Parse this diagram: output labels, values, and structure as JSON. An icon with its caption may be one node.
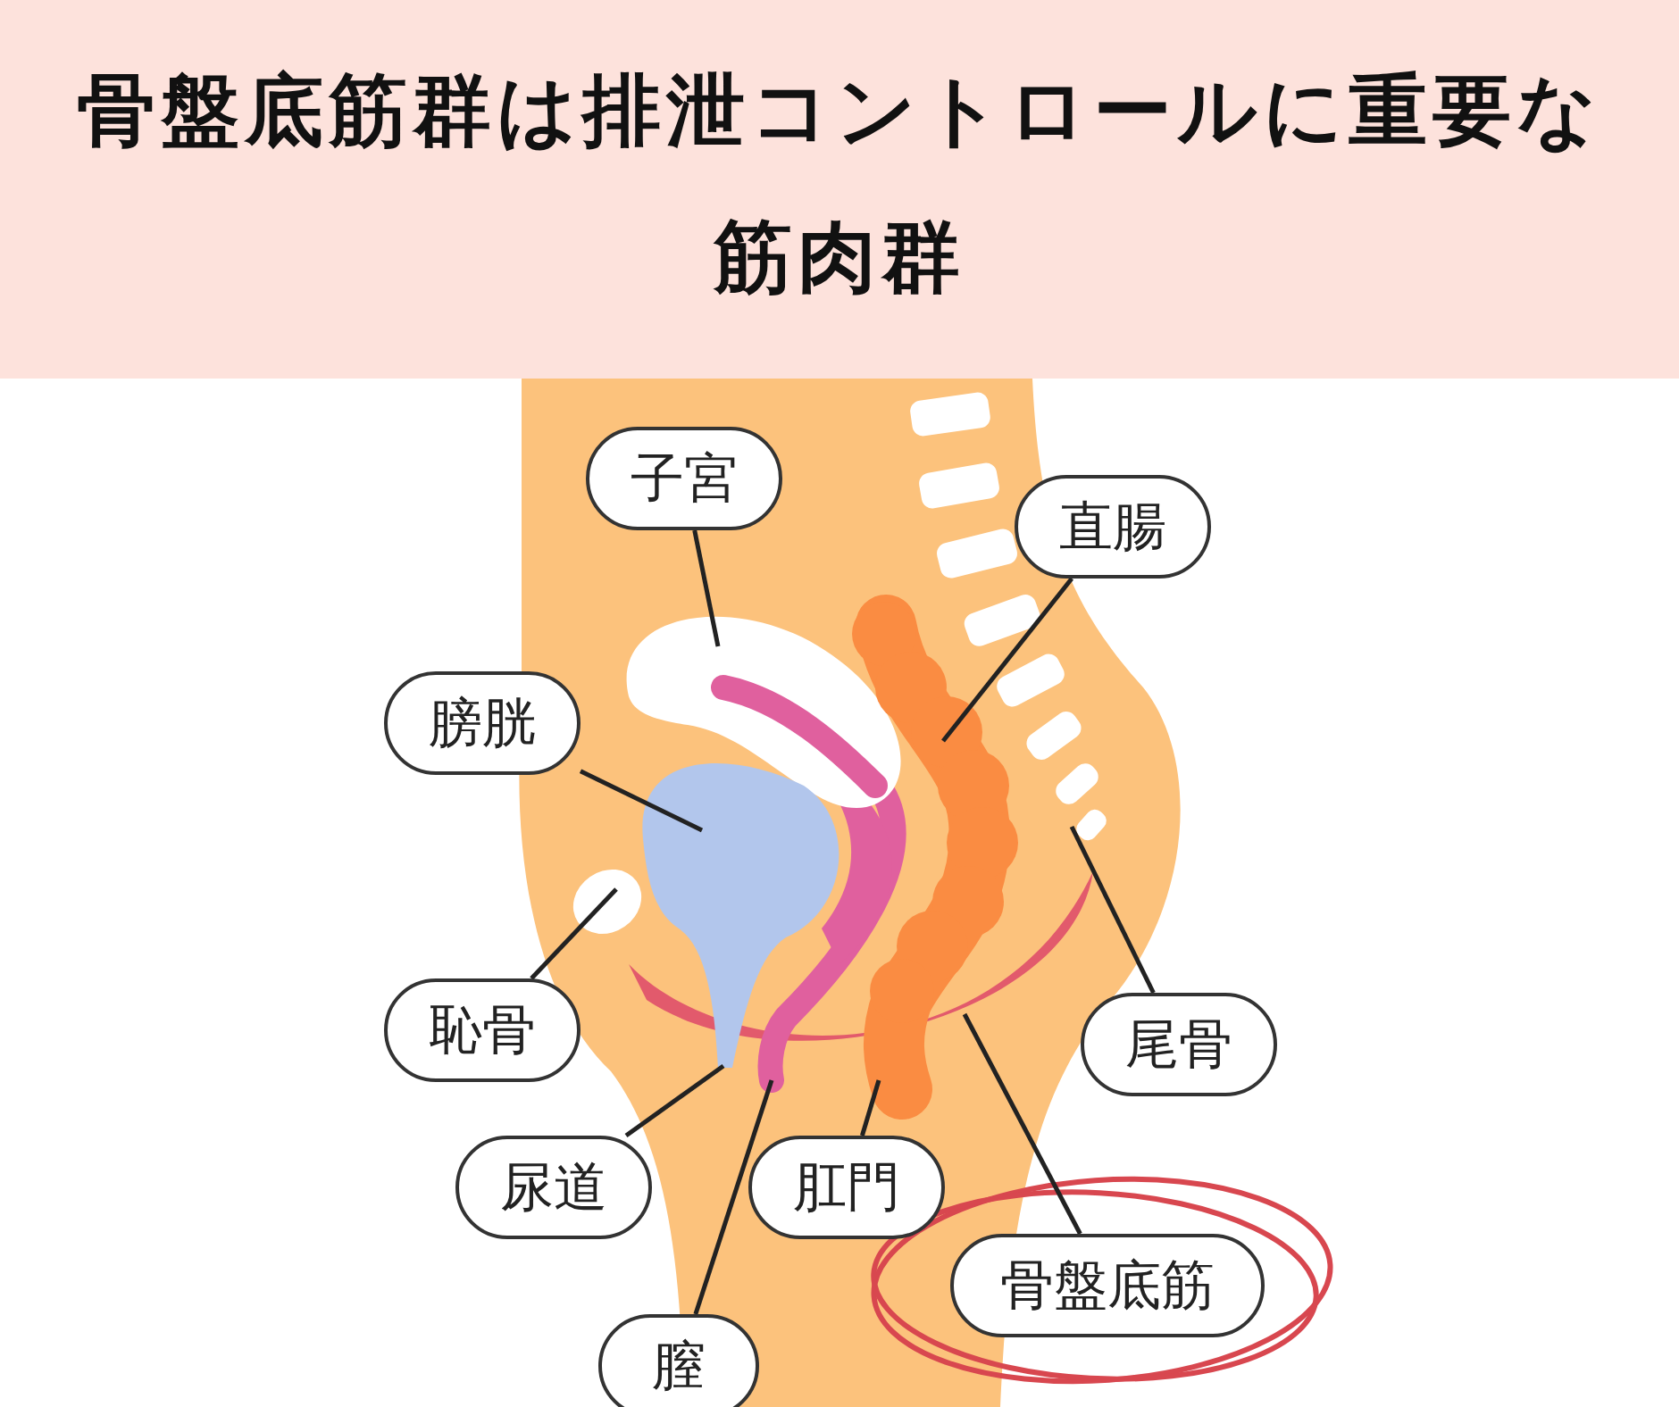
{
  "diagram": {
    "title": "骨盤底筋群は排泄コントロールに重要な筋肉群",
    "nodes": [
      {
        "text": [
          "子宮"
        ]
      },
      {
        "text": [
          "直腸"
        ]
      },
      {
        "text": [
          "膀胱"
        ]
      },
      {
        "text": [
          "恥骨"
        ]
      },
      {
        "text": [
          "尾骨"
        ]
      },
      {
        "text": [
          "尿道"
        ]
      },
      {
        "text": [
          "肛門"
        ]
      },
      {
        "text": [
          "骨盤底筋"
        ]
      },
      {
        "text": [
          "膣"
        ]
      }
    ],
    "edges": [
      {
        "from": 0,
        "to": null,
        "arrow": "none"
      },
      {
        "from": 1,
        "to": null,
        "arrow": "none"
      },
      {
        "from": 2,
        "to": null,
        "arrow": "none"
      },
      {
        "from": 3,
        "to": null,
        "arrow": "none"
      },
      {
        "from": 4,
        "to": null,
        "arrow": "none"
      },
      {
        "from": 5,
        "to": null,
        "arrow": "none"
      },
      {
        "from": 6,
        "to": null,
        "arrow": "none"
      },
      {
        "from": 7,
        "to": null,
        "arrow": "none"
      },
      {
        "from": 8,
        "to": null,
        "arrow": "none"
      }
    ]
  }
}
